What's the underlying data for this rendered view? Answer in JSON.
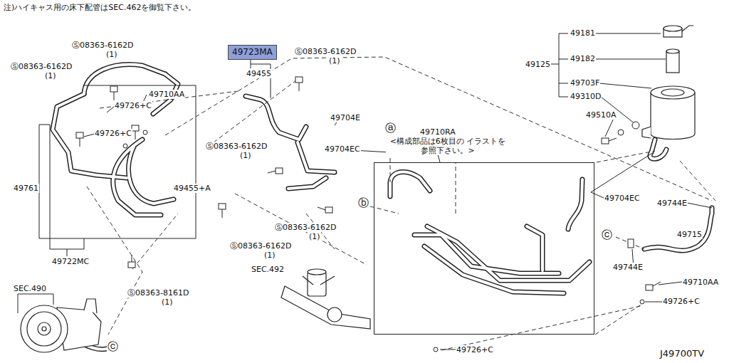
{
  "diagram": {
    "nodes": [
      {
        "text": [
          "49723MA"
        ]
      },
      {
        "text": [
          "49710RA",
          "<構成部品は6枚目の イラストを参照下さい。>"
        ]
      }
    ],
    "labels": [
      "注)ハイキャス用の床下配管はSEC.462を御覧下さい。",
      "Ⓢ08363-6162D",
      "(1)",
      "Ⓢ08363-6162D",
      "(1)",
      "49710AA",
      "49726+C",
      "49726+C",
      "49761",
      "49455+A",
      "49722MC",
      "SEC.490",
      "Ⓢ08363-8161D",
      "(1)",
      "49455",
      "Ⓢ08363-6162D",
      "(1)",
      "49704E",
      "Ⓢ08363-6162D",
      "(1)",
      "49704EC",
      "ⓐ",
      "ⓑ",
      "Ⓢ08363-6162D",
      "(1)",
      "Ⓢ08363-6162D",
      "(1)",
      "SEC.492",
      "49181",
      "49125",
      "49182",
      "49703F",
      "49310D",
      "49510A",
      "49704EC",
      "49744E",
      "ⓒ",
      "49715",
      "49744E",
      "49710AA",
      "49726+C",
      "ⓒ",
      "49726+C",
      "J49700TV"
    ]
  }
}
